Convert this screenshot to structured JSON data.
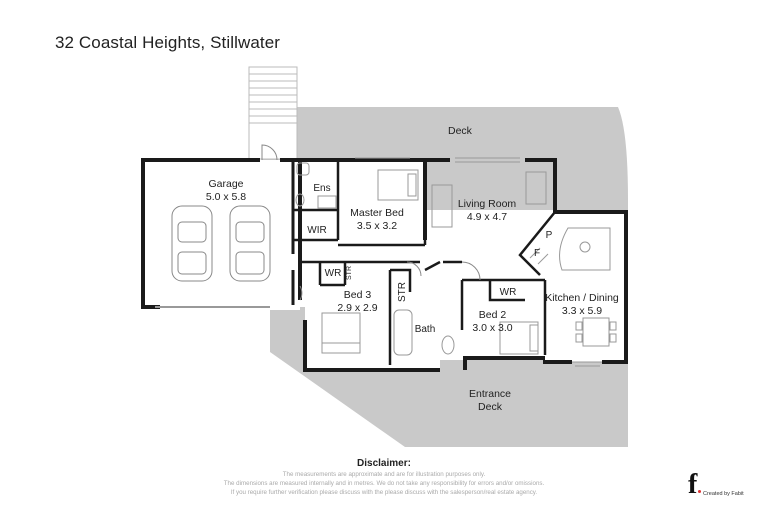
{
  "header": {
    "title": "32 Coastal Heights, Stillwater"
  },
  "rooms": {
    "deck": "Deck",
    "garage": {
      "name": "Garage",
      "dims": "5.0 x 5.8"
    },
    "ens": "Ens",
    "master_bed": {
      "name": "Master Bed",
      "dims": "3.5 x 3.2"
    },
    "wir": "WIR",
    "living_room": {
      "name": "Living Room",
      "dims": "4.9 x 4.7"
    },
    "pantry": "P",
    "fridge": "F",
    "kitchen_dining": {
      "name": "Kitchen / Dining",
      "dims": "3.3 x 5.9"
    },
    "wr_bed3": "WR",
    "str_1": "STR",
    "bed3": {
      "name": "Bed 3",
      "dims": "2.9 x 2.9"
    },
    "str_2": "STR",
    "bath": "Bath",
    "wr_bed2": "WR",
    "bed2": {
      "name": "Bed 2",
      "dims": "3.0 x 3.0"
    },
    "entrance_deck": {
      "line1": "Entrance",
      "line2": "Deck"
    }
  },
  "disclaimer": {
    "title": "Disclaimer:",
    "lines": [
      "The measurements are approximate and are for illustration purposes only.",
      "The dimensions are measured internally and in metres. We do not take any responsibility for errors and/or omissions.",
      "If you require further verification please discuss with the please discuss with the salesperson/real estate agency."
    ]
  },
  "brand": {
    "logo": "f",
    "credit": "Created by Fabit"
  },
  "colors": {
    "deck": "#c9c9c9",
    "wall": "#1a1a1a",
    "floor": "#ffffff",
    "credit_accent": "#d33333"
  }
}
